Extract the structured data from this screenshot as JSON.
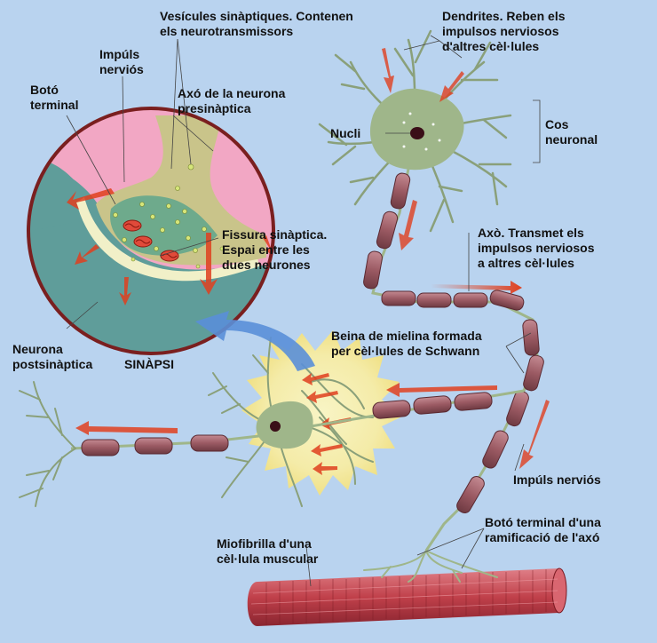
{
  "labels": {
    "vesicules": [
      "Vesícules sinàptiques. Contenen",
      "els neurotransmissors"
    ],
    "dendrites": [
      "Dendrites. Reben els",
      "impulsos nerviosos",
      "d'altres cèl·lules"
    ],
    "impuls_top": [
      "Impúls",
      "nerviós"
    ],
    "boto_terminal": [
      "Botó",
      "terminal"
    ],
    "axo_presinaptica": [
      "Axó de la neurona",
      "presinàptica"
    ],
    "nucli": "Nucli",
    "cos_neuronal": [
      "Cos",
      "neuronal"
    ],
    "axo_transmet": [
      "Axò. Transmet els",
      "impulsos nerviosos",
      "a altres cèl·lules"
    ],
    "fissura": [
      "Fissura sinàptica.",
      "Espai entre les",
      "dues neurones"
    ],
    "beina": [
      "Beina de mielina formada",
      "per cèl·lules de Schwann"
    ],
    "neurona_post": [
      "Neurona",
      "postsinàptica"
    ],
    "sinapsi": "SINÀPSI",
    "impuls_bottom": "Impúls nerviós",
    "boto_ramificacio": [
      "Botó terminal d'una",
      "ramificació de l'axó"
    ],
    "miofibrilla": [
      "Miofibrilla d'una",
      "cèl·lula muscular"
    ]
  },
  "colors": {
    "background": "#b9d3ef",
    "synapse_pink": "#f2a7c4",
    "presynaptic_axon": "#c9c48a",
    "postsynaptic": "#5f9d9a",
    "myelin": "#9b5a63",
    "muscle": "#c0404a",
    "neuron_body": "#9fb68a",
    "impulse_arrow": "#e0401f",
    "blue_arrow": "#5a8fd8"
  }
}
